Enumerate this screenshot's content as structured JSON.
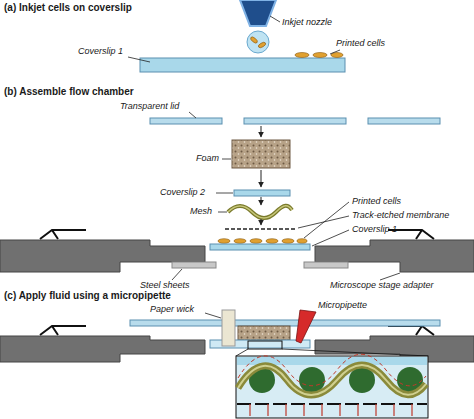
{
  "diagram": {
    "labels": [
      "(a) Inkjet cells on coverslip",
      "Inkjet nozzle",
      "Printed cells",
      "Coverslip 1",
      "(b) Assemble flow chamber",
      "Transparent lid",
      "Foam",
      "Coverslip 2",
      "Mesh",
      "Printed cells",
      "Track-etched membrane",
      "Coverslip 1",
      "Steel sheets",
      "Microscope stage adapter",
      "(c) Apply fluid using a micropipette",
      "Paper wick",
      "Micropipette"
    ]
  }
}
